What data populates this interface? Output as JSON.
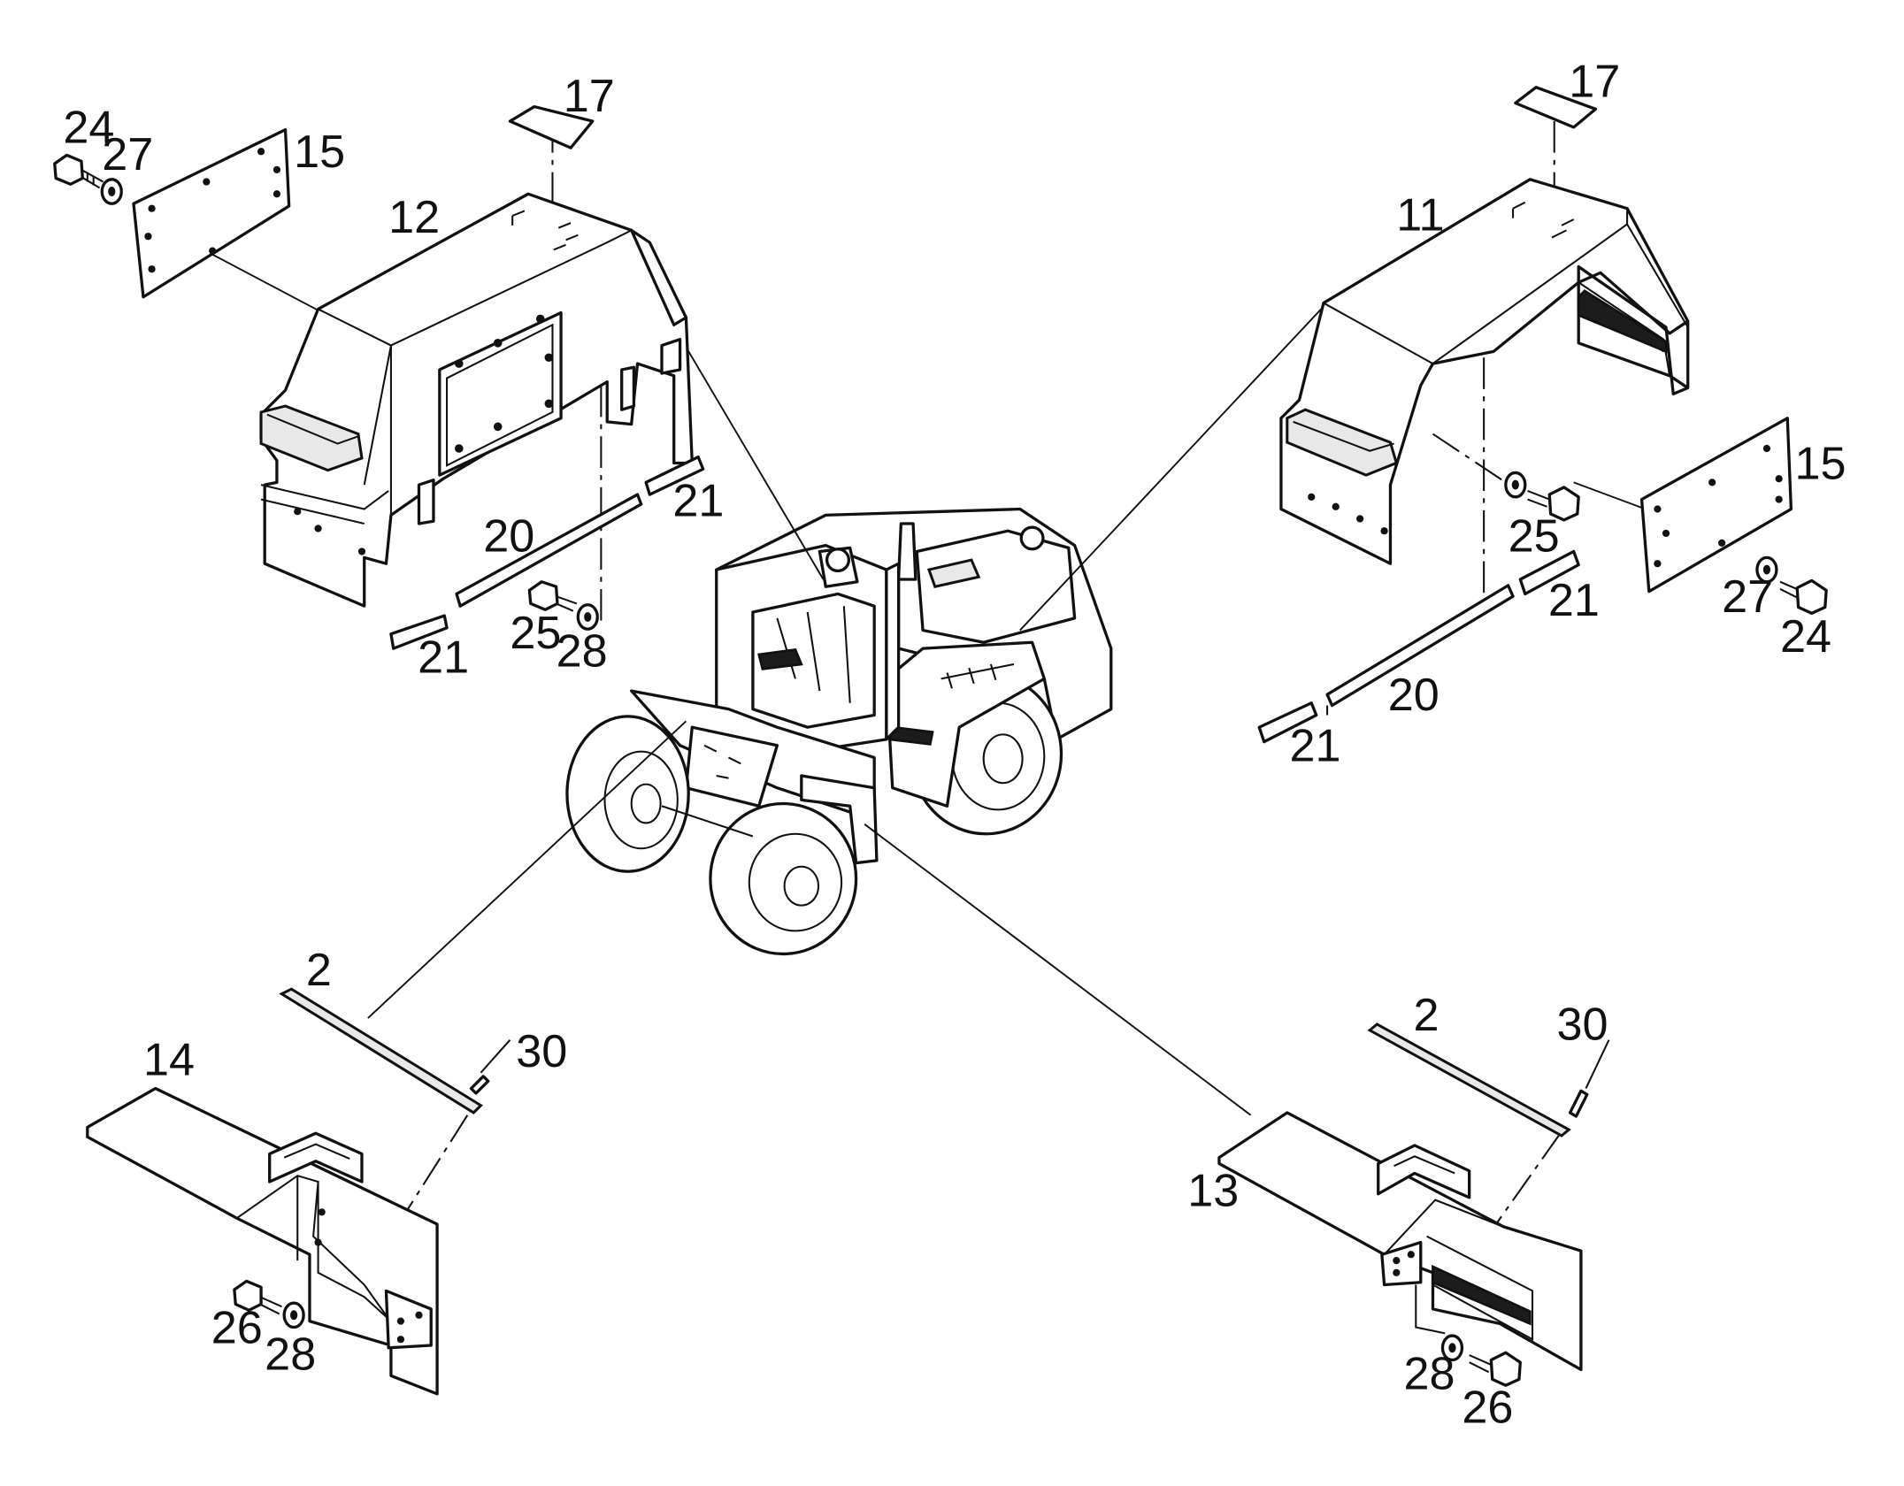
{
  "diagram": {
    "callouts": {
      "left_rear_plate": "15",
      "left_rear_bolt": "24",
      "left_rear_washer": "27",
      "left_rear_decal": "17",
      "left_rear_fender": "12",
      "left_rear_strip_end_a": "21",
      "left_rear_strip_end_b": "21",
      "left_rear_strip_long": "20",
      "left_rear_bolt_25": "25",
      "left_rear_washer_28": "28",
      "right_rear_decal": "17",
      "right_rear_fender": "11",
      "right_rear_plate": "15",
      "right_rear_bolt_25": "25",
      "right_rear_washer": "27",
      "right_rear_bolt": "24",
      "right_rear_strip_end_a": "21",
      "right_rear_strip_long": "20",
      "right_rear_strip_end_b": "21",
      "left_front_strip": "2",
      "left_front_pin": "30",
      "left_front_fender": "14",
      "left_front_bolt": "26",
      "left_front_washer": "28",
      "right_front_strip": "2",
      "right_front_pin": "30",
      "right_front_fender": "13",
      "right_front_washer": "28",
      "right_front_bolt": "26"
    }
  }
}
